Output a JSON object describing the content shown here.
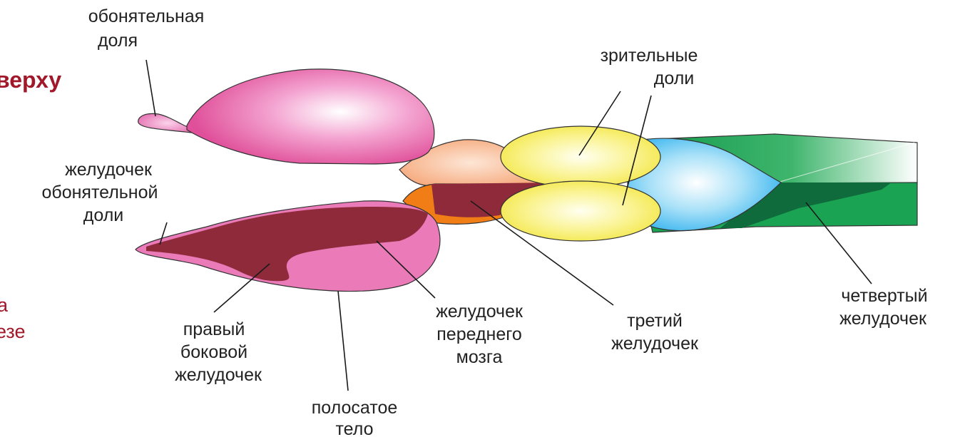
{
  "side_text": {
    "top": "верху",
    "mid1": "а",
    "mid2": "езе"
  },
  "labels": {
    "olfactory_lobe": [
      "обонятельная",
      "доля"
    ],
    "visual_lobes": [
      "зрительные",
      "доли"
    ],
    "olfactory_ventricle": [
      "желудочек",
      "обонятельной",
      "доли"
    ],
    "right_lateral_ventricle": [
      "правый",
      "боковой",
      "желудочек"
    ],
    "forebrain_ventricle": [
      "желудочек",
      "переднего",
      "мозга"
    ],
    "third_ventricle": [
      "третий",
      "желудочек"
    ],
    "fourth_ventricle": [
      "четвертый",
      "желудочек"
    ],
    "striatum": [
      "полосатое",
      "тело"
    ]
  },
  "colors": {
    "hemisphere_pink": "#e873b3",
    "ventricle_maroon": "#8e2a3a",
    "peach": "#f8b993",
    "orange": "#f07d16",
    "yellow": "#f6ee54",
    "blue": "#52bff0",
    "green": "#18a051",
    "dark_green": "#0f6b3b",
    "red_text": "#a0182a"
  }
}
